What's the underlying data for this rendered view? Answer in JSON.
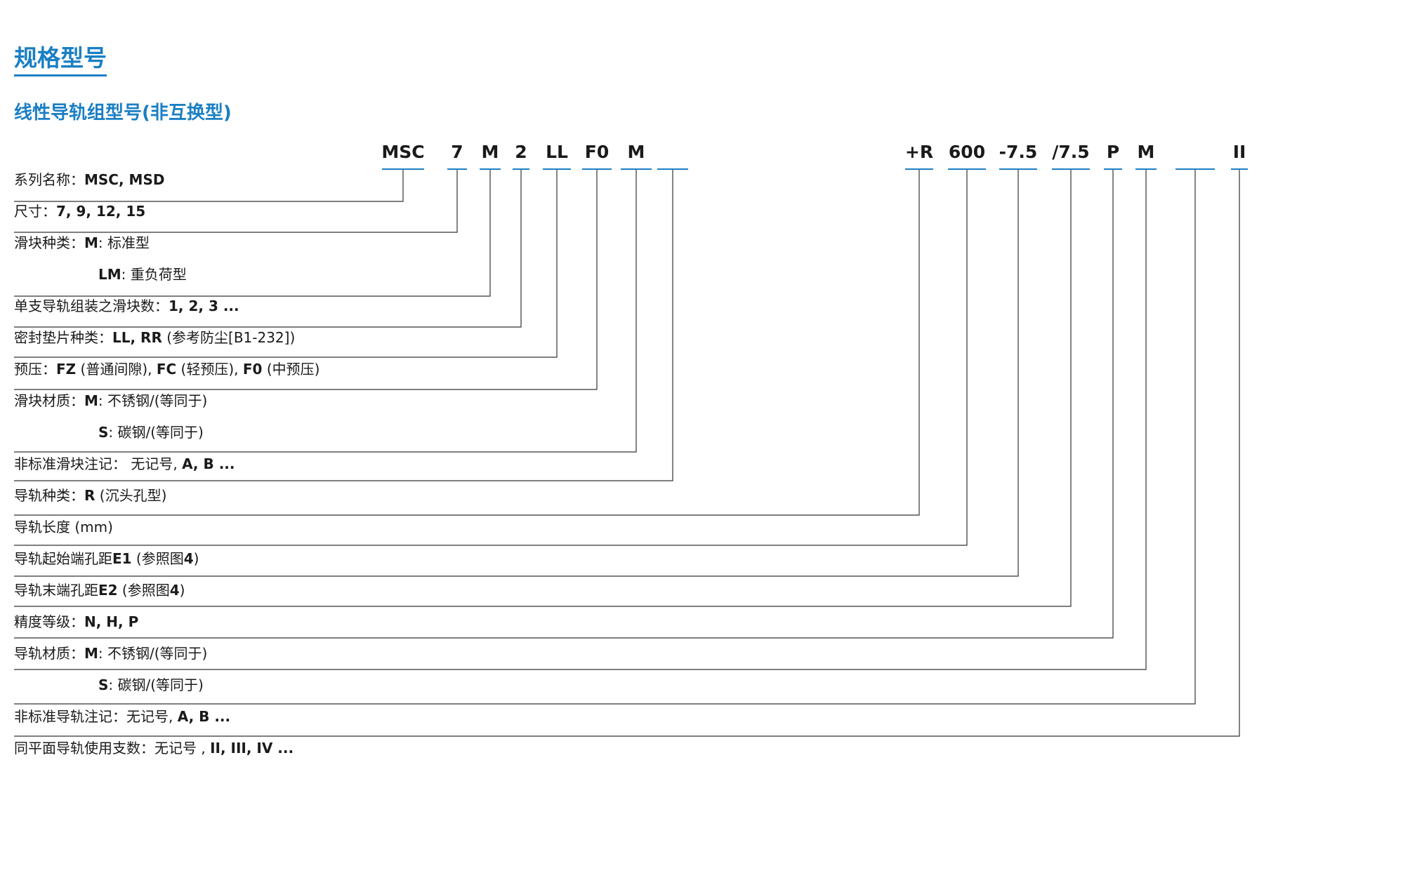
{
  "title": "规格型号",
  "subtitle": "线性导轨组型号(非互换型)",
  "colors": {
    "accent": "#1b7fc4",
    "line": "#333333",
    "text": "#1a1a1a"
  },
  "model_codes": [
    "MSC",
    "7",
    "M",
    "2",
    "LL",
    "F0",
    "M",
    "",
    "+R",
    "600",
    "-7.5",
    "/7.5",
    "P",
    "M",
    "",
    "II"
  ],
  "rows": [
    {
      "parts": [
        [
          "系列名称：",
          false
        ],
        [
          "MSC, MSD",
          true
        ]
      ]
    },
    {
      "parts": [
        [
          "尺寸：",
          false
        ],
        [
          "7, 9, 12, 15",
          true
        ]
      ]
    },
    {
      "parts": [
        [
          "滑块种类：",
          false
        ],
        [
          "M",
          true
        ],
        [
          ": 标准型",
          false
        ]
      ]
    },
    {
      "indent": true,
      "parts": [
        [
          "LM",
          true
        ],
        [
          ": 重负荷型",
          false
        ]
      ]
    },
    {
      "parts": [
        [
          "单支导轨组装之滑块数：",
          false
        ],
        [
          "1, 2, 3 ...",
          true
        ]
      ]
    },
    {
      "parts": [
        [
          "密封垫片种类：",
          false
        ],
        [
          "LL, RR",
          true
        ],
        [
          " (参考防尘[B1-232])",
          false
        ]
      ]
    },
    {
      "parts": [
        [
          "预压：",
          false
        ],
        [
          "FZ",
          true
        ],
        [
          " (普通间隙), ",
          false
        ],
        [
          "FC",
          true
        ],
        [
          " (轻预压), ",
          false
        ],
        [
          "F0",
          true
        ],
        [
          " (中预压)",
          false
        ]
      ]
    },
    {
      "parts": [
        [
          "滑块材质：",
          false
        ],
        [
          "M",
          true
        ],
        [
          ": 不锈钢/(等同于)",
          false
        ]
      ]
    },
    {
      "indent": true,
      "parts": [
        [
          "S",
          true
        ],
        [
          ": 碳钢/(等同于)",
          false
        ]
      ]
    },
    {
      "parts": [
        [
          "非标准滑块注记： 无记号, ",
          false
        ],
        [
          "A, B ...",
          true
        ]
      ]
    },
    {
      "parts": [
        [
          "导轨种类：",
          false
        ],
        [
          "R",
          true
        ],
        [
          " (沉头孔型)",
          false
        ]
      ]
    },
    {
      "parts": [
        [
          "导轨长度 (mm)",
          false
        ]
      ]
    },
    {
      "parts": [
        [
          "导轨起始端孔距",
          false
        ],
        [
          "E1",
          true
        ],
        [
          " (参照图",
          false
        ],
        [
          "4",
          true
        ],
        [
          ")",
          false
        ]
      ]
    },
    {
      "parts": [
        [
          "导轨末端孔距",
          false
        ],
        [
          "E2",
          true
        ],
        [
          " (参照图",
          false
        ],
        [
          "4",
          true
        ],
        [
          ")",
          false
        ]
      ]
    },
    {
      "parts": [
        [
          "精度等级：",
          false
        ],
        [
          "N, H, P",
          true
        ]
      ]
    },
    {
      "parts": [
        [
          "导轨材质：",
          false
        ],
        [
          "M",
          true
        ],
        [
          ": 不锈钢/(等同于)",
          false
        ]
      ]
    },
    {
      "indent": true,
      "parts": [
        [
          "S",
          true
        ],
        [
          ": 碳钢/(等同于)",
          false
        ]
      ]
    },
    {
      "parts": [
        [
          "非标准导轨注记：无记号, ",
          false
        ],
        [
          "A, B ...",
          true
        ]
      ]
    },
    {
      "parts": [
        [
          "同平面导轨使用支数：无记号 , ",
          false
        ],
        [
          "II, III, IV ...",
          true
        ]
      ]
    }
  ]
}
